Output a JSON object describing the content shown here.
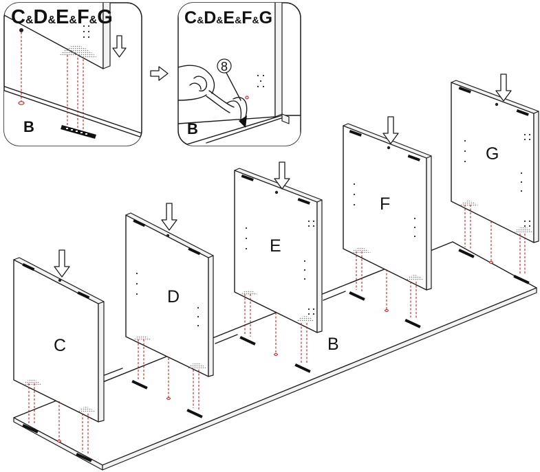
{
  "insets": [
    {
      "title": {
        "big": [
          "C",
          "D",
          "E",
          "F",
          "G"
        ],
        "joiner": "&"
      },
      "board_label": "B"
    },
    {
      "title": {
        "big": [
          "C",
          "D",
          "E",
          "F",
          "G"
        ],
        "joiner": "&"
      },
      "board_label": "B",
      "part_number": "8"
    }
  ],
  "panels": [
    "C",
    "D",
    "E",
    "F",
    "G"
  ],
  "base_label": "B"
}
